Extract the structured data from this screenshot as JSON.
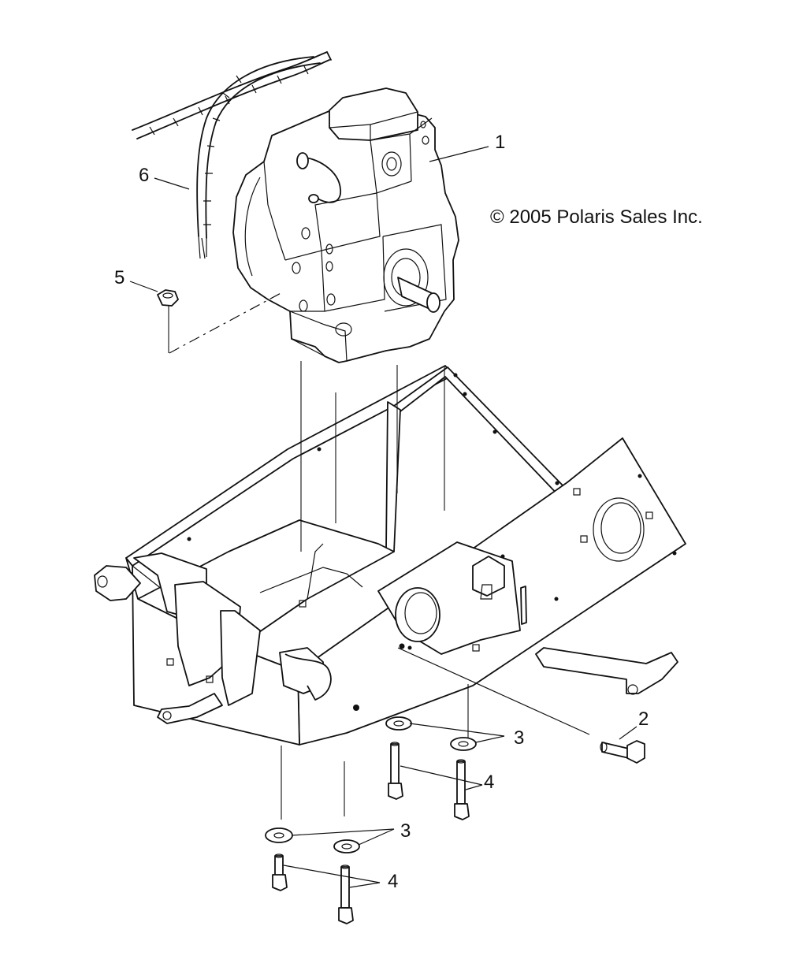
{
  "copyright": "© 2005 Polaris Sales Inc.",
  "callouts": {
    "c1": "1",
    "c2": "2",
    "c3a": "3",
    "c3b": "3",
    "c4a": "4",
    "c4b": "4",
    "c5": "5",
    "c6": "6"
  },
  "parts": [
    "engine",
    "bolt",
    "washer",
    "bolt",
    "nut",
    "wire-harness"
  ]
}
